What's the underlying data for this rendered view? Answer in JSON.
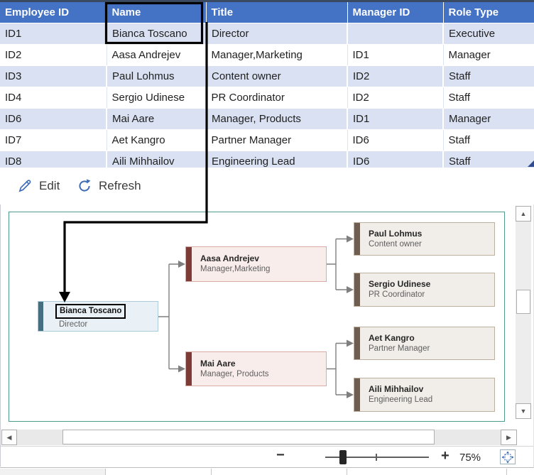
{
  "table": {
    "headers": [
      "Employee ID",
      "Name",
      "Title",
      "Manager ID",
      "Role Type"
    ],
    "rows": [
      [
        "ID1",
        "Bianca Toscano",
        "Director",
        "",
        "Executive"
      ],
      [
        "ID2",
        "Aasa Andrejev",
        "Manager,Marketing",
        "ID1",
        "Manager"
      ],
      [
        "ID3",
        "Paul Lohmus",
        "Content owner",
        "ID2",
        "Staff"
      ],
      [
        "ID4",
        "Sergio Udinese",
        "PR Coordinator",
        "ID2",
        "Staff"
      ],
      [
        "ID6",
        "Mai Aare",
        "Manager, Products",
        "ID1",
        "Manager"
      ],
      [
        "ID7",
        "Aet Kangro",
        "Partner Manager",
        "ID6",
        "Staff"
      ],
      [
        "ID8",
        "Aili Mihhailov",
        "Engineering Lead",
        "ID6",
        "Staff"
      ]
    ]
  },
  "toolbar": {
    "edit_label": "Edit",
    "refresh_label": "Refresh",
    "more_glyph": "⋯"
  },
  "chart": {
    "nodes": [
      {
        "name": "Bianca Toscano",
        "title": "Director",
        "role": "executive"
      },
      {
        "name": "Aasa Andrejev",
        "title": "Manager,Marketing",
        "role": "manager"
      },
      {
        "name": "Mai Aare",
        "title": "Manager, Products",
        "role": "manager"
      },
      {
        "name": "Paul Lohmus",
        "title": "Content owner",
        "role": "staff"
      },
      {
        "name": "Sergio Udinese",
        "title": "PR Coordinator",
        "role": "staff"
      },
      {
        "name": "Aet Kangro",
        "title": "Partner Manager",
        "role": "staff"
      },
      {
        "name": "Aili Mihhailov",
        "title": "Engineering Lead",
        "role": "staff"
      }
    ]
  },
  "zoom_bar": {
    "minus_glyph": "−",
    "plus_glyph": "+",
    "level": "75%"
  },
  "scrollbar": {
    "up_glyph": "▲",
    "down_glyph": "▼",
    "left_glyph": "◀",
    "right_glyph": "▶"
  },
  "colors": {
    "header_blue": "#4472c4",
    "band_blue": "#d9e1f2",
    "executive_accent": "#456f80",
    "manager_accent": "#7e3b35",
    "staff_accent": "#6e5e51",
    "canvas_border_teal": "#4e9a8d",
    "toolbar_icon_blue": "#3f6cb5",
    "annotation_black": "#000000"
  }
}
